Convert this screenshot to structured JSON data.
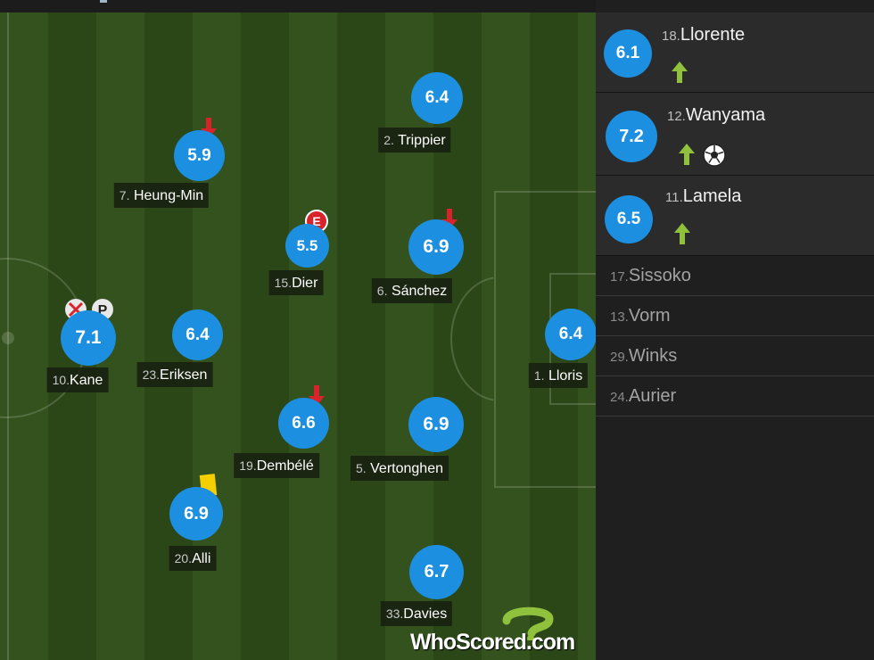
{
  "players": [
    {
      "id": "kane",
      "number": "10.",
      "name": "Kane",
      "rating": "7.1"
    },
    {
      "id": "eriksen",
      "number": "23.",
      "name": "Eriksen",
      "rating": "6.4"
    },
    {
      "id": "heung-min",
      "number": "7.",
      "name": "Heung-Min",
      "rating": "5.9"
    },
    {
      "id": "dier",
      "number": "15.",
      "name": "Dier",
      "rating": "5.5"
    },
    {
      "id": "dembele",
      "number": "19.",
      "name": "Dembélé",
      "rating": "6.6"
    },
    {
      "id": "alli",
      "number": "20.",
      "name": "Alli",
      "rating": "6.9"
    },
    {
      "id": "trippier",
      "number": "2.",
      "name": "Trippier",
      "rating": "6.4"
    },
    {
      "id": "sanchez",
      "number": "6.",
      "name": "Sánchez",
      "rating": "6.9"
    },
    {
      "id": "vertonghen",
      "number": "5.",
      "name": "Vertonghen",
      "rating": "6.9"
    },
    {
      "id": "davies",
      "number": "33.",
      "name": "Davies",
      "rating": "6.7"
    },
    {
      "id": "lloris",
      "number": "1.",
      "name": "Lloris",
      "rating": "6.4"
    }
  ],
  "substitutes": [
    {
      "number": "18.",
      "name": "Llorente",
      "rating": "6.1"
    },
    {
      "number": "12.",
      "name": "Wanyama",
      "rating": "7.2"
    },
    {
      "number": "11.",
      "name": "Lamela",
      "rating": "6.5"
    }
  ],
  "bench": [
    {
      "number": "17.",
      "name": "Sissoko"
    },
    {
      "number": "13.",
      "name": "Vorm"
    },
    {
      "number": "29.",
      "name": "Winks"
    },
    {
      "number": "24.",
      "name": "Aurier"
    }
  ],
  "logo": {
    "text": "WhoScored",
    "suffix": ".com"
  },
  "colors": {
    "rating_bubble": "#1c8fe0",
    "sub_arrow": "#8fc13c",
    "sub_off_arrow": "#d8232a",
    "yellow_card": "#f5d000"
  },
  "icons": {
    "subbed_off": "arrow-down-icon",
    "subbed_on": "arrow-up-icon",
    "goal": "soccer-ball-icon",
    "yellow_card": "yellow-card-icon",
    "missed_chance": "missed-chance-icon",
    "penalty": "penalty-icon",
    "error": "error-icon"
  }
}
